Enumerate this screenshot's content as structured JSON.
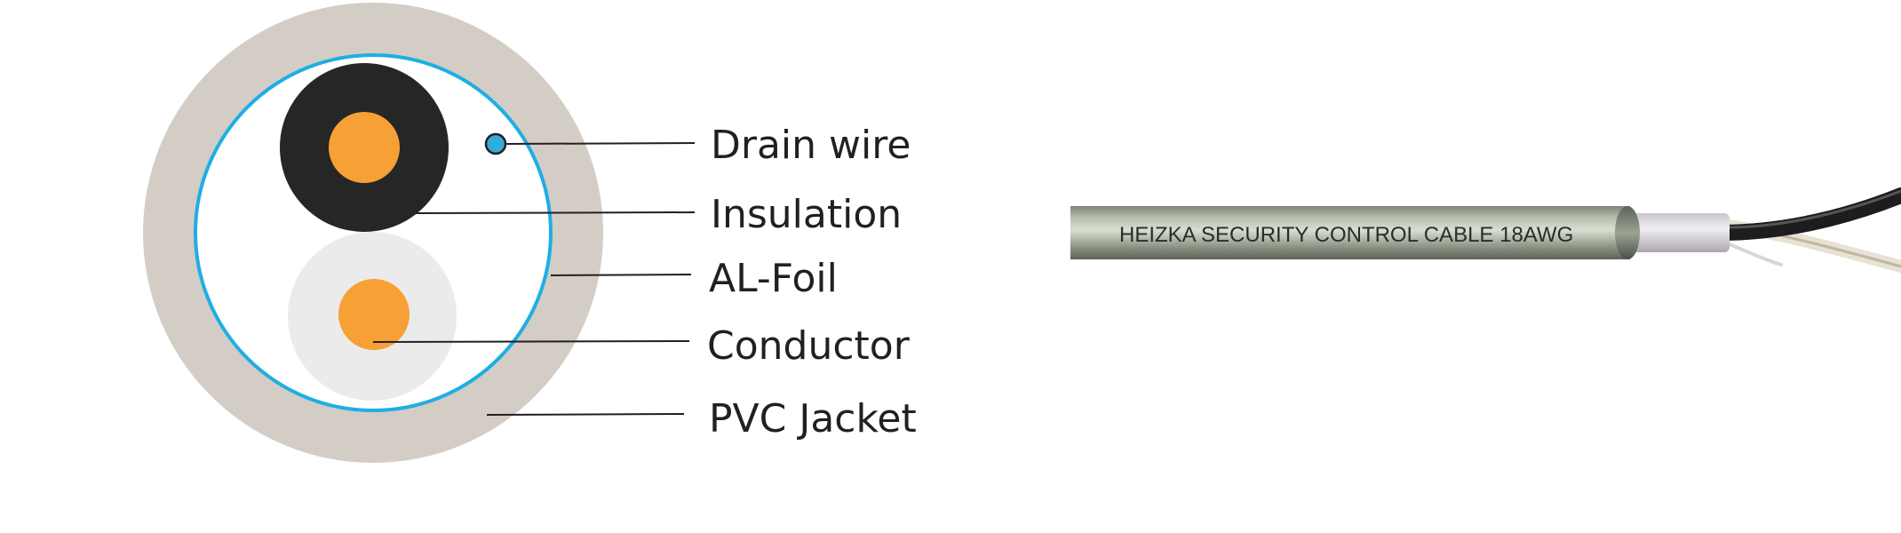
{
  "labels": {
    "drain_wire": "Drain wire",
    "insulation": "Insulation",
    "al_foil": "AL-Foil",
    "conductor": "Conductor",
    "pvc_jacket": "PVC Jacket"
  },
  "cable_print": "HEIZKA SECURITY CONTROL CABLE 18AWG",
  "colors": {
    "jacket_cross_section": "#d3cdc6",
    "foil": "#1eaee4",
    "insulation_black": "#262626",
    "insulation_white": "#ebebeb",
    "conductor": "#f7a035",
    "drain_wire": "#35aadf",
    "cable_jacket_side": "#8a9482"
  }
}
